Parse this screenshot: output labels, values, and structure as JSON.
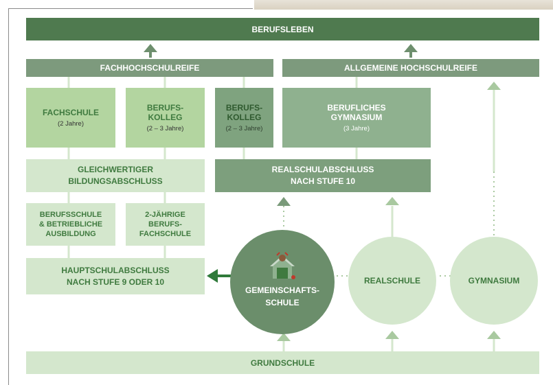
{
  "colors": {
    "dark": "#4f7a4f",
    "mid": "#7fa37f",
    "light": "#d4e7cd",
    "green": "#b3d5a0",
    "arrow": "#5a8a5a"
  },
  "top": {
    "berufsleben": "BERUFSLEBEN",
    "fachhochschulreife": "FACHHOCHSCHULREIFE",
    "allgemeine": "ALLGEMEINE HOCHSCHULREIFE"
  },
  "row2": {
    "fachschule": "FACHSCHULE",
    "fachschule_sub": "(2 Jahre)",
    "berufskolleg1": "BERUFS-\nKOLLEG",
    "berufskolleg1_sub": "(2 – 3 Jahre)",
    "berufskolleg2": "BERUFS-\nKOLLEG",
    "berufskolleg2_sub": "(2 – 3 Jahre)",
    "gymnasium": "BERUFLICHES\nGYMNASIUM",
    "gymnasium_sub": "(3 Jahre)"
  },
  "row3": {
    "gleichwertig": "GLEICHWERTIGER\nBILDUNGSABSCHLUSS",
    "realschulabschluss": "REALSCHULABSCHLUSS\nNACH STUFE 10"
  },
  "row4": {
    "berufsschule": "BERUFSSCHULE\n& BETRIEBLICHE\nAUSBILDUNG",
    "fachschule2": "2-JÄHRIGE\nBERUFS-\nFACHSCHULE"
  },
  "row5": {
    "hauptschulabschluss": "HAUPTSCHULABSCHLUSS\nNACH STUFE 9 ODER 10"
  },
  "circles": {
    "gemeinschaft": "GEMEINSCHAFTS-\nSCHULE",
    "realschule": "REALSCHULE",
    "gymnasium": "GYMNASIUM"
  },
  "bottom": {
    "grundschule": "GRUNDSCHULE"
  }
}
